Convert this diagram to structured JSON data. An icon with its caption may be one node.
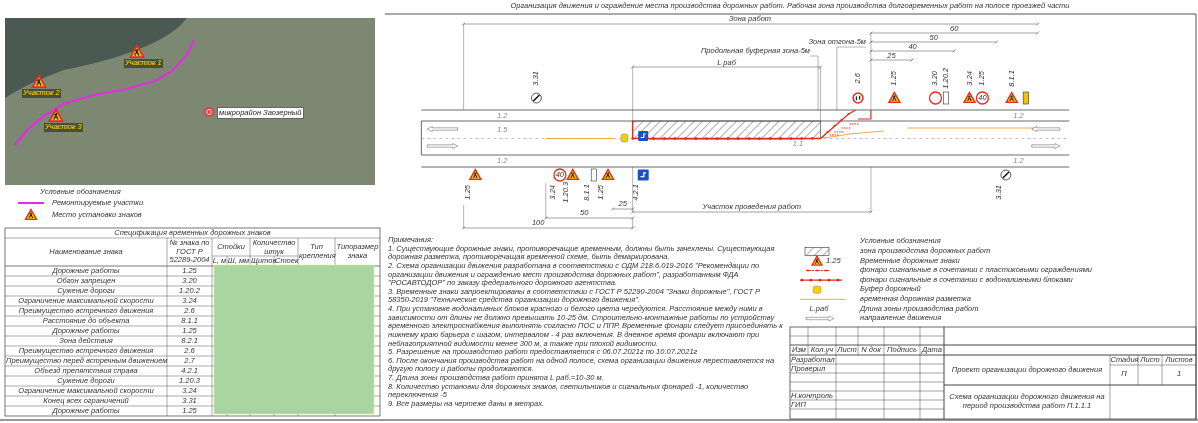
{
  "diagram": {
    "labels": [
      "Организация движения и ограждение места производства дорожных работ. Рабочая зона производства долговременных работ на полосе проезжей части",
      "Зона работ",
      "60",
      "50",
      "40",
      "25",
      "Зона отгона-5м",
      "Продольная буферная зона-5м",
      "L раб",
      "3.31",
      "2.6",
      "1.25",
      "3.20",
      "1.20.2",
      "3.24",
      "1.25",
      "8.1.1",
      "40",
      "1.25",
      "3.24",
      "1.20.3",
      "8.1.1",
      "1.25",
      "4.2.1",
      "3.31",
      "40",
      "1.2",
      "1.2",
      "1.2",
      "1.2",
      "1.5",
      "1.1",
      "Участок проведения работ",
      "25",
      "50",
      "100",
      "Участок 1",
      "Участок 2",
      "Участок 3",
      "микрорайон Заозерный",
      "Условные обозначения",
      "Спецификация временных дорожных знаков",
      "Наименование знака",
      "№ знака по ГОСТ Р 52289-2004",
      "Стойки",
      "Количество штук",
      "Тип крепления",
      "Типоразмер знака",
      "L, м",
      "Ш, мм",
      "Щитов",
      "Стоек",
      "Дорожные работы",
      "1.25",
      "Обгон запрещен",
      "3.20",
      "Сужение дороги",
      "1.20.2",
      "Ограничение максимальной скорости",
      "3.24",
      "Преимущество встречного движения",
      "2.6",
      "Расстояние до объекта",
      "8.1.1",
      "Дорожные работы",
      "1.25",
      "Зона действия",
      "8.2.1",
      "Преимущество встречного движения",
      "2.6",
      "Преимущество перед встречным движением",
      "2.7",
      "Объезд препятствия справа",
      "4.2.1",
      "Сужение дороги",
      "1.20.3",
      "Ограничение максимальной скорости",
      "3.24",
      "Конец всех ограничений",
      "3.31",
      "Дорожные работы",
      "1.25",
      "Примечания:",
      "1. Существующие дорожные знаки, противоречащие временным, должны быть зачехлены. Существующая дорожная разметка, противоречащая временной схеме, быть демаркирована.",
      "2. Схема организации движения разработана в соответствии с ОДМ 218.6.019-2016 \"Рекомендации по организации движения и ограждению мест производства дорожных работ\", разработанным ФДА \"РОСАВТОДОР\" по заказу федерального дорожного агентства.",
      "3. Временные знаки запроектированы в соответствии с ГОСТ Р 52290-2004 \"Знаки дорожные\", ГОСТ Р 58350-2019 \"Технические средства организации дорожного движения\".",
      "4. При установке водоналивных блоков красного и белого цвета чередуются. Расстояние между ними в зависимости от длины не должно превышать 10-25 дм. Строительно-монтажные работы по устройству временного электроснабжения выполнять согласно ПОС и ППР. Временные фонари следует присоединять к нижнему краю барьера с шагом, интервалом - 4 раз включения. В дневное время фонари включают при неблагоприятной видимости менее 300 м, а также при плохой видимости.",
      "5. Разрешение на производство работ предоставляется с 06.07.2021г по 10.07.2021г",
      "6. После окончания производства работ на одной полосе, схема организации движения переставляется на другую полосу и работы продолжаются.",
      "7. Длина зоны производства работ принята L раб.=10-30 м.",
      "8. Количество установки для дорожных знаков, светильников и сигнальных фонарей -1, количество переключения -5",
      "9. Все размеры на чертеже даны в метрах.",
      "Условные обозначения",
      "1.25",
      "L.раб",
      "Изм",
      "Кол.уч",
      "Лист",
      "N док",
      "Подпись",
      "Дата",
      "Разработал",
      "Проверил",
      "Н.контроль",
      "ГИП",
      "Проект организации дорожного движения",
      "Стадия",
      "Лист",
      "Листов",
      "П",
      "1",
      "Схема организации дорожного движения на период производства работ П.1.1.1"
    ],
    "legend": [
      {
        "text": "Ремонтируемые участки"
      },
      {
        "text": "Место установки знаков"
      },
      {
        "text": "зона производства дорожных работ"
      },
      {
        "text": "Временные дорожные знаки"
      },
      {
        "text": "фонари сигнальные в сочетании с пластиковыми ограждениями"
      },
      {
        "text": "фонари сигнальные в сочетании с водоналивными блоками"
      },
      {
        "text": "Буфер дорожный"
      },
      {
        "text": "временная дорожная разметка"
      },
      {
        "text": "Длина зоны производства работ"
      },
      {
        "text": "направление движения"
      }
    ]
  }
}
